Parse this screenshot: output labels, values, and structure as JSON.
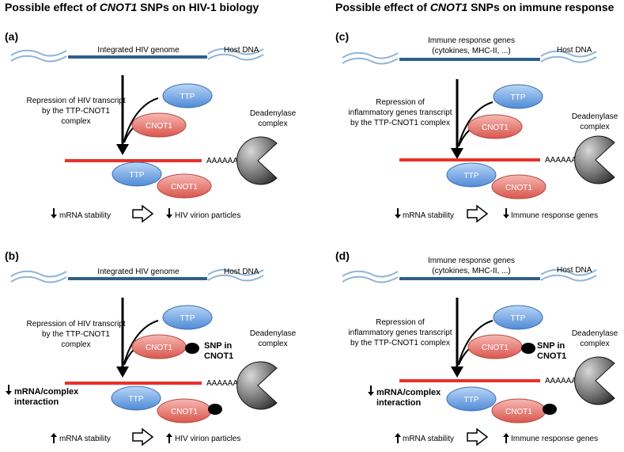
{
  "headers": {
    "left_pre": "Possible effect of ",
    "left_em": "CNOT1",
    "left_post": " SNPs on HIV-1 biology",
    "right_pre": "Possible effect of ",
    "right_em": "CNOT1",
    "right_post": " SNPs on immune response"
  },
  "panels": {
    "a": {
      "label": "(a)",
      "genome_label": "Integrated HIV genome",
      "host_label": "Host DNA",
      "repression_lines": [
        "Repression of HIV transcript",
        "by the TTP-CNOT1",
        "complex"
      ],
      "ttp": "TTP",
      "cnot1": "CNOT1",
      "polya": "AAAAAAA",
      "deadenylase_lines": [
        "Deadenylase",
        "complex"
      ],
      "effect1": "mRNA stability",
      "effect2": "HIV virion particles"
    },
    "b": {
      "label": "(b)",
      "genome_label": "Integrated HIV genome",
      "host_label": "Host DNA",
      "repression_lines": [
        "Repression of HIV transcript",
        "by the TTP-CNOT1",
        "complex"
      ],
      "ttp": "TTP",
      "cnot1": "CNOT1",
      "snp_lines": [
        "SNP in",
        "CNOT1"
      ],
      "polya": "AAAAAAA",
      "deadenylase_lines": [
        "Deadenylase",
        "complex"
      ],
      "interaction_lines": [
        "mRNA/complex",
        "interaction"
      ],
      "effect1": "mRNA stability",
      "effect2": "HIV virion particles"
    },
    "c": {
      "label": "(c)",
      "genome_lines": [
        "Immune response genes",
        "(cytokines, MHC-II, ...)"
      ],
      "host_label": "Host DNA",
      "repression_lines": [
        "Repression of",
        "inflammatory genes transcript",
        "by the TTP-CNOT1 complex"
      ],
      "ttp": "TTP",
      "cnot1": "CNOT1",
      "polya": "AAAAAAA",
      "deadenylase_lines": [
        "Deadenylase",
        "complex"
      ],
      "effect1": "mRNA stability",
      "effect2": "Immune response genes"
    },
    "d": {
      "label": "(d)",
      "genome_lines": [
        "Immune response genes",
        "(cytokines, MHC-II, ...)"
      ],
      "host_label": "Host DNA",
      "repression_lines": [
        "Repression of",
        "inflammatory genes transcript",
        "by the TTP-CNOT1 complex"
      ],
      "ttp": "TTP",
      "cnot1": "CNOT1",
      "snp_lines": [
        "SNP in",
        "CNOT1"
      ],
      "polya": "AAAAAAA",
      "deadenylase_lines": [
        "Deadenylase",
        "complex"
      ],
      "interaction_lines": [
        "mRNA/complex",
        "interaction"
      ],
      "effect1": "mRNA stability",
      "effect2": "Immune response genes"
    }
  },
  "colors": {
    "dna_line": "#2f5f8a",
    "host_wave": "#8fb4d6",
    "mrna": "#e8312a",
    "ttp_fill": "#6fa5e6",
    "cnot1_fill": "#e9756d",
    "deadenylase_fill": "#444444",
    "snp_dot": "#000000"
  },
  "icons": {
    "arrow_down": "down-arrow-icon",
    "arrow_up": "up-arrow-icon",
    "arrow_right": "open-right-arrow-icon",
    "deadenylase": "pacman-shape-icon"
  }
}
